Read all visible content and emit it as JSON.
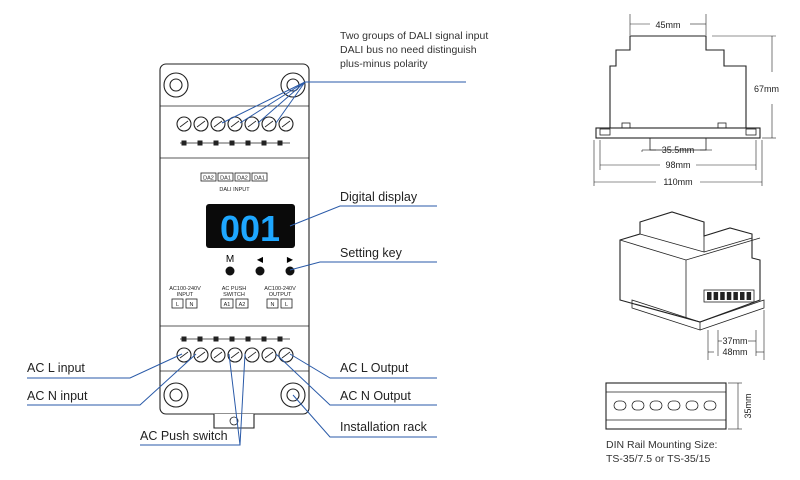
{
  "device": {
    "terminal_labels_top": [
      "DA2",
      "DA1",
      "DA2",
      "DA1"
    ],
    "dali_input_label": "DALI INPUT",
    "display_digits": "001",
    "display_color": "#1ea7ff",
    "keys": [
      "M",
      "◀",
      "▶"
    ],
    "ac_input_title": [
      "AC100-240V",
      "INPUT"
    ],
    "ac_input_terms": [
      "L",
      "N"
    ],
    "push_switch_title": [
      "AC PUSH",
      "SWITCH"
    ],
    "push_switch_terms": [
      "A1",
      "A2"
    ],
    "ac_output_title": [
      "AC100-240V",
      "OUTPUT"
    ],
    "ac_output_terms": [
      "N",
      "L"
    ]
  },
  "callouts": {
    "dali_note": [
      "Two groups of DALI signal input",
      "DALI bus no need distinguish",
      "plus-minus polarity"
    ],
    "digital_display": "Digital display",
    "setting_key": "Setting key",
    "ac_l_input": "AC L input",
    "ac_n_input": "AC N input",
    "ac_push_switch": "AC Push switch",
    "ac_l_output": "AC L Output",
    "ac_n_output": "AC N Output",
    "installation_rack": "Installation rack"
  },
  "dimensions": {
    "top_width": "45mm",
    "height": "67mm",
    "inner_width": "35.5mm",
    "mid_width": "98mm",
    "full_width": "110mm",
    "iso_37": "37mm",
    "iso_48": "48mm",
    "rail_height": "35mm"
  },
  "rail_caption": [
    "DIN Rail Mounting Size:",
    "TS-35/7.5 or TS-35/15"
  ],
  "colors": {
    "callout_line": "#2a5aa8",
    "display_bg": "#0a0a0a"
  }
}
